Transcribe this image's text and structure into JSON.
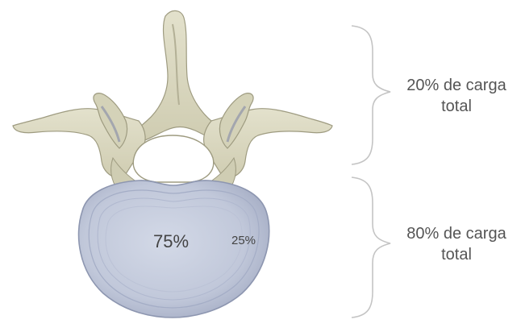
{
  "diagram": {
    "upper_label": {
      "line1": "20% de carga",
      "line2": "total"
    },
    "lower_label": {
      "line1": "80% de carga",
      "line2": "total"
    },
    "nucleus_percent": "75%",
    "annulus_percent": "25%"
  },
  "colors": {
    "bone": "#d9d7bf",
    "bone_shadow": "#a9a78c",
    "disc": "#c3cadb",
    "disc_ring": "#9aa3bd",
    "bracket": "#c4c4c4"
  }
}
